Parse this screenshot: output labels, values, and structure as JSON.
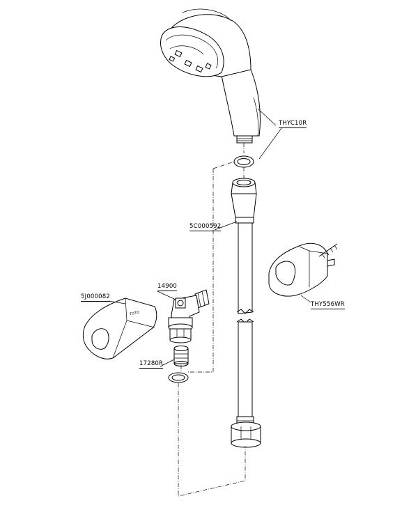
{
  "parts": {
    "shower_head": {
      "code": "THYC10R"
    },
    "hose": {
      "code": "5C000592"
    },
    "wall_bracket": {
      "code": "THY556WR"
    },
    "holder": {
      "code": "5J000082"
    },
    "elbow": {
      "code": "14900"
    },
    "adapter": {
      "code": "17280R"
    }
  },
  "brand_mark": "TOTO",
  "colors": {
    "line": "#000000",
    "background": "#ffffff"
  }
}
